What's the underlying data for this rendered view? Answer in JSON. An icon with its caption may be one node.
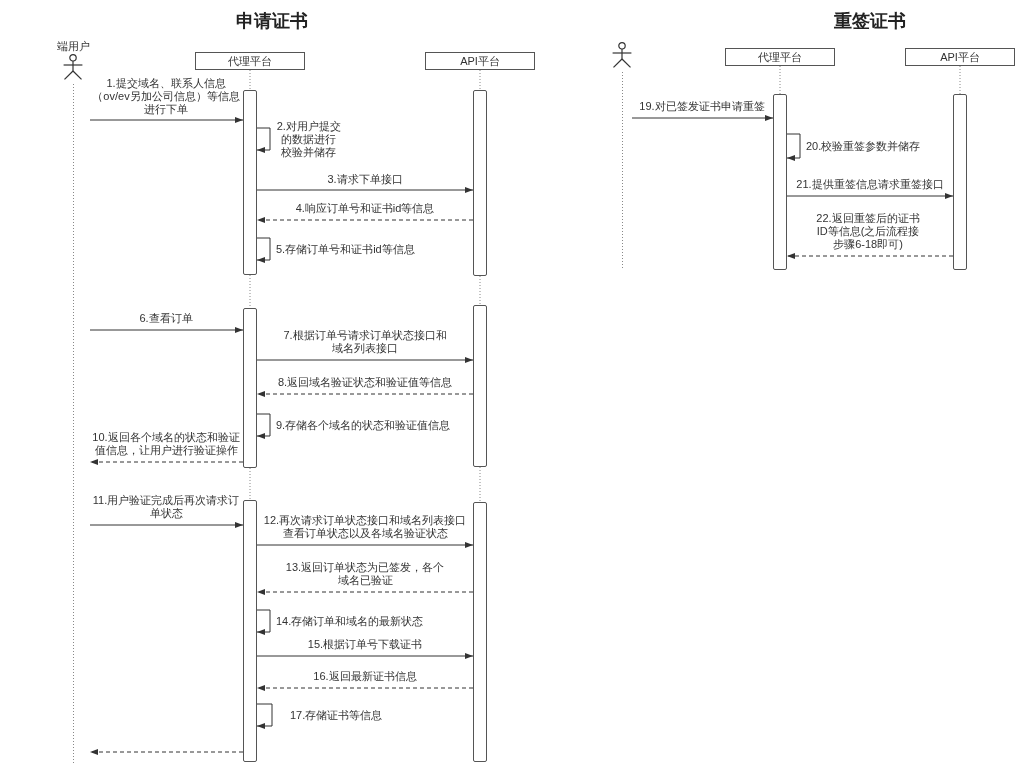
{
  "diagram": {
    "nodes": [
      {
        "text": [
          "端用户"
        ]
      },
      {
        "text": [
          "代理平台"
        ]
      },
      {
        "text": [
          "API平台"
        ]
      },
      {
        "text": [],
        "shape": "bar"
      },
      {
        "text": [],
        "shape": "bar"
      },
      {
        "text": [],
        "shape": "bar"
      },
      {
        "text": [],
        "shape": "bar"
      },
      {
        "text": [],
        "shape": "bar"
      },
      {
        "text": [],
        "shape": "bar"
      },
      {
        "text": [],
        "shape": "person"
      },
      {
        "text": [
          "代理平台"
        ]
      },
      {
        "text": [
          "API平台"
        ]
      },
      {
        "text": [],
        "shape": "bar"
      },
      {
        "text": [],
        "shape": "bar"
      }
    ],
    "edges": [
      {
        "from": 0,
        "to": 3,
        "arrow": "to",
        "label": "1.提交域名、联系人信息（ov/ev另加公司信息）等信息进行下单"
      },
      {
        "from": 3,
        "to": 3,
        "arrow": "to",
        "label": "2.对用户提交的数据进行校验并储存"
      },
      {
        "from": 3,
        "to": 4,
        "arrow": "to",
        "label": "3.请求下单接口"
      },
      {
        "from": 4,
        "to": 3,
        "arrow": "to",
        "label": "4.响应订单号和证书id等信息",
        "style": "dashed"
      },
      {
        "from": 3,
        "to": 3,
        "arrow": "to",
        "label": "5.存储订单号和证书id等信息"
      },
      {
        "from": 0,
        "to": 5,
        "arrow": "to",
        "label": "6.查看订单"
      },
      {
        "from": 5,
        "to": 6,
        "arrow": "to",
        "label": "7.根据订单号请求订单状态接口和域名列表接口"
      },
      {
        "from": 6,
        "to": 5,
        "arrow": "to",
        "label": "8.返回域名验证状态和验证值等信息",
        "style": "dashed"
      },
      {
        "from": 5,
        "to": 5,
        "arrow": "to",
        "label": "9.存储各个域名的状态和验证值信息"
      },
      {
        "from": 5,
        "to": 0,
        "arrow": "to",
        "label": "10.返回各个域名的状态和验证值信息，让用户进行验证操作",
        "style": "dashed"
      },
      {
        "from": 0,
        "to": 7,
        "arrow": "to",
        "label": "11.用户验证完成后再次请求订单状态"
      },
      {
        "from": 7,
        "to": 8,
        "arrow": "to",
        "label": "12.再次请求订单状态接口和域名列表接口查看订单状态以及各域名验证状态"
      },
      {
        "from": 8,
        "to": 7,
        "arrow": "to",
        "label": "13.返回订单状态为已签发，各个域名已验证",
        "style": "dashed"
      },
      {
        "from": 7,
        "to": 7,
        "arrow": "to",
        "label": "14.存储订单和域名的最新状态"
      },
      {
        "from": 7,
        "to": 8,
        "arrow": "to",
        "label": "15.根据订单号下载证书"
      },
      {
        "from": 8,
        "to": 7,
        "arrow": "to",
        "label": "16.返回最新证书信息",
        "style": "dashed"
      },
      {
        "from": 7,
        "to": 7,
        "arrow": "to",
        "label": "17.存储证书等信息"
      },
      {
        "from": 7,
        "to": 0,
        "arrow": "to",
        "style": "dashed"
      },
      {
        "from": 9,
        "to": 12,
        "arrow": "to",
        "label": "19.对已签发证书申请重签"
      },
      {
        "from": 12,
        "to": 12,
        "arrow": "to",
        "label": "20.校验重签参数并储存"
      },
      {
        "from": 12,
        "to": 13,
        "arrow": "to",
        "label": "21.提供重签信息请求重签接口"
      },
      {
        "from": 13,
        "to": 12,
        "arrow": "to",
        "label": "22.返回重签后的证书ID等信息(之后流程接步骤6-18即可)",
        "style": "dashed"
      },
      {
        "from": 1,
        "to": 3,
        "arrow": "none",
        "style": "dashed"
      },
      {
        "from": 3,
        "to": 5,
        "arrow": "none",
        "style": "dashed"
      },
      {
        "from": 5,
        "to": 7,
        "arrow": "none",
        "style": "dashed"
      },
      {
        "from": 2,
        "to": 4,
        "arrow": "none",
        "style": "dashed"
      },
      {
        "from": 4,
        "to": 6,
        "arrow": "none",
        "style": "dashed"
      },
      {
        "from": 6,
        "to": 8,
        "arrow": "none",
        "style": "dashed"
      },
      {
        "from": 10,
        "to": 12,
        "arrow": "none",
        "style": "dashed"
      },
      {
        "from": 11,
        "to": 13,
        "arrow": "none",
        "style": "dashed"
      }
    ],
    "labels": [
      "申请证书",
      "重签证书"
    ]
  }
}
